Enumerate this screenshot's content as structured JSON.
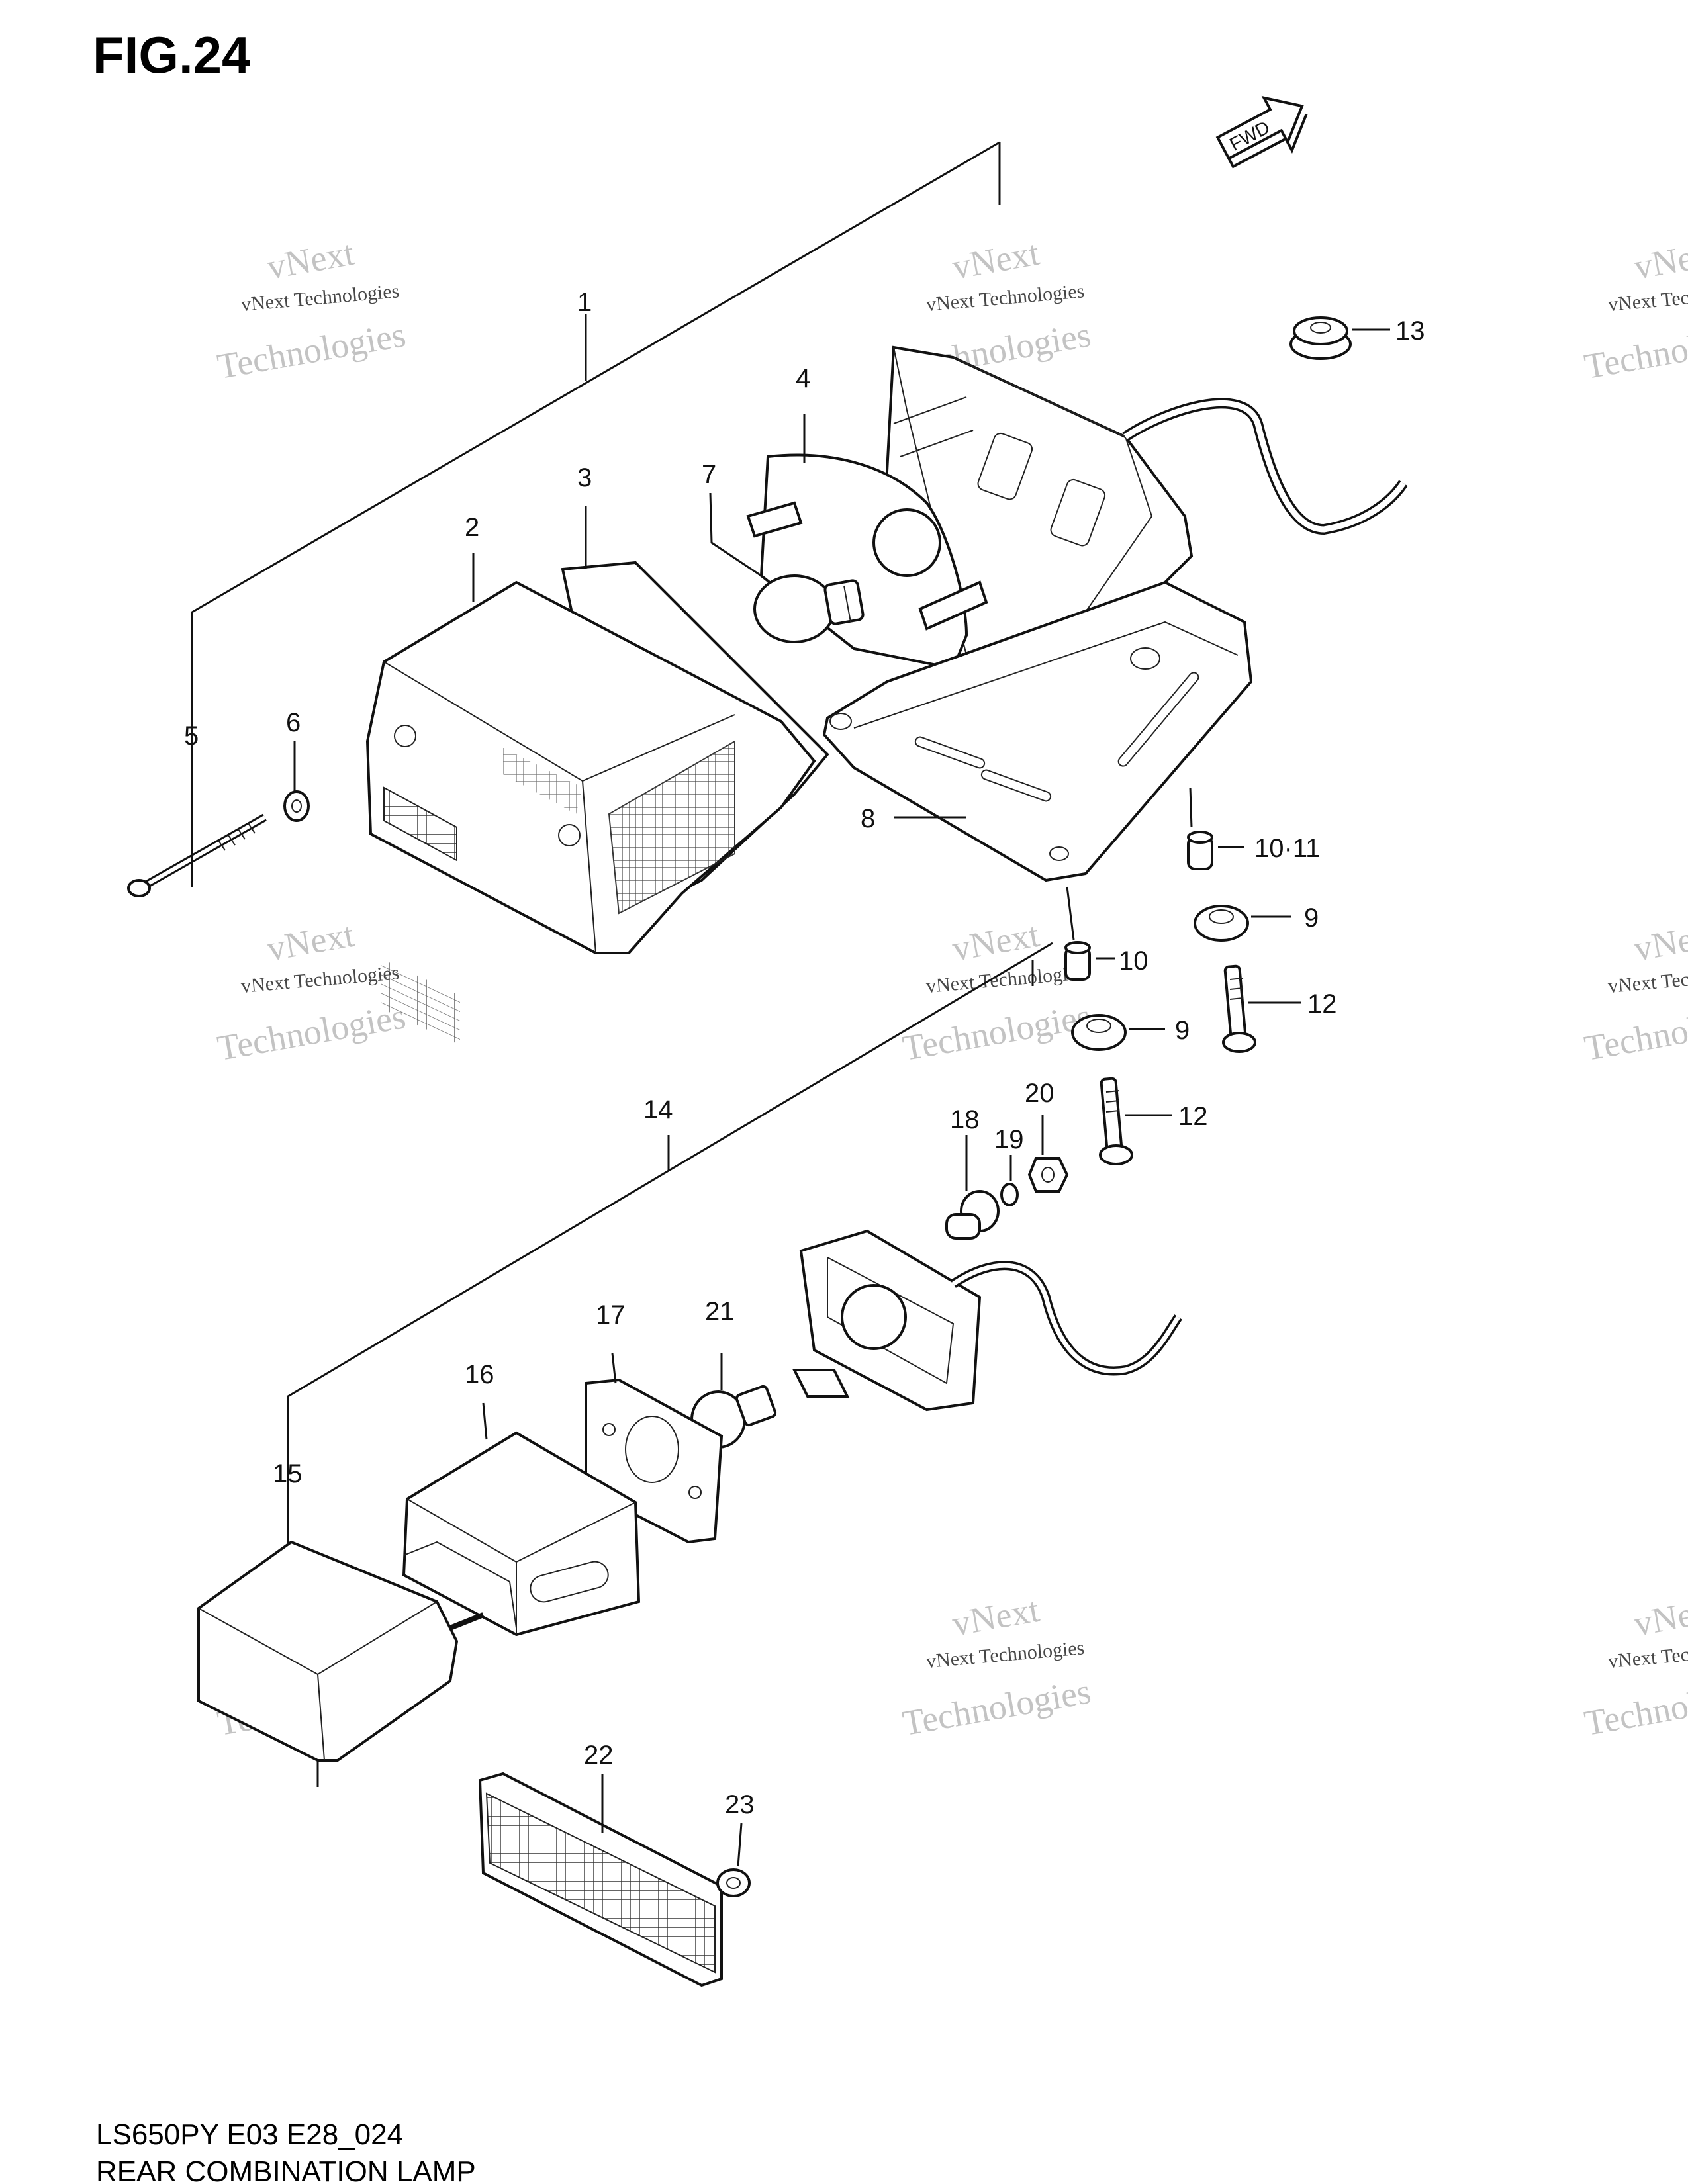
{
  "figure": {
    "number": "FIG.24",
    "model_code": "LS650PY E03 E28_024",
    "caption": "REAR COMBINATION LAMP"
  },
  "direction_badge": "FWD",
  "watermark": {
    "line1": "vNext Technologies",
    "line2": "vNext",
    "line3": "Technologies"
  },
  "callouts": [
    "1",
    "2",
    "3",
    "4",
    "5",
    "6",
    "7",
    "8",
    "9",
    "9",
    "10",
    "10·11",
    "12",
    "12",
    "13",
    "14",
    "15",
    "16",
    "17",
    "18",
    "19",
    "20",
    "21",
    "22",
    "23"
  ]
}
